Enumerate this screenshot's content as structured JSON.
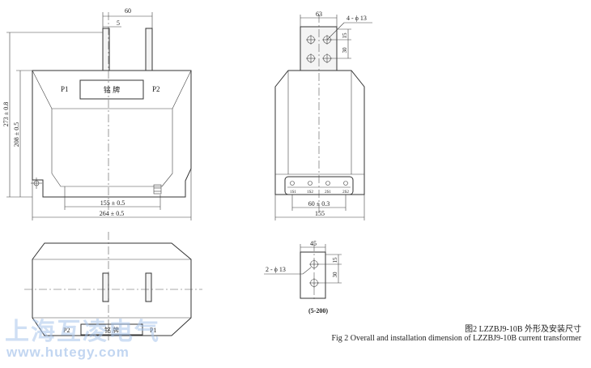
{
  "front_view": {
    "dim_top_width": "60",
    "dim_slot": "5",
    "label_p1": "P1",
    "label_p2": "P2",
    "nameplate": "铭  牌",
    "dim_height_total": "273 ± 0.8",
    "dim_height_body": "208 ± 0.5",
    "dim_mount": "155 ± 0.5",
    "dim_width": "264 ± 0.5"
  },
  "side_view": {
    "dim_terminal_width": "63",
    "holes_note": "4 - ϕ 13",
    "dim_hole_top": "15",
    "dim_hole_pitch": "30",
    "terminals": [
      "1S1",
      "1S2",
      "2S1",
      "2S2"
    ],
    "dim_terminal_spacing": "60 ± 0.3",
    "dim_width": "155"
  },
  "top_view": {
    "label_p2": "P2",
    "nameplate": "铭  牌",
    "label_p1": "P1"
  },
  "detail_view": {
    "dim_width": "45",
    "holes_note": "2 - ϕ 13",
    "dim_hole_top": "15",
    "dim_hole_pitch": "30",
    "label": "(5-200)"
  },
  "caption": {
    "chinese": "图2 LZZBJ9-10B 外形及安装尺寸",
    "english": "Fig 2 Overall and installation dimension of LZZBJ9-10B current transformer"
  },
  "watermark": {
    "chinese": "上海互凌电气",
    "url": "www.hutegy.com"
  }
}
